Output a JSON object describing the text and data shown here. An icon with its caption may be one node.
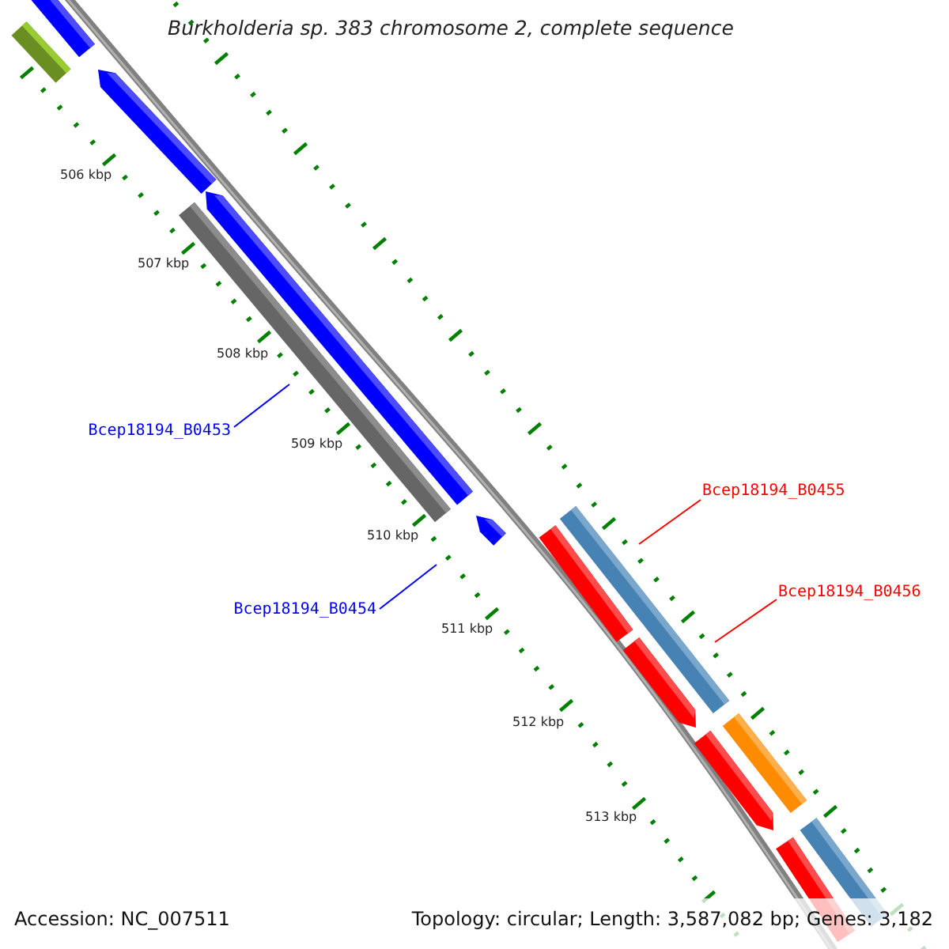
{
  "diagram": {
    "title": "Burkholderia sp. 383 chromosome 2, complete sequence",
    "nodes": [
      {
        "text": [
          "Bcep18194_B0453"
        ]
      },
      {
        "text": [
          "Bcep18194_B0454"
        ]
      },
      {
        "text": [
          "Bcep18194_B0455"
        ]
      },
      {
        "text": [
          "Bcep18194_B0456"
        ]
      }
    ],
    "edges": [
      {
        "from": 0,
        "to": null,
        "arrow": "none"
      },
      {
        "from": 1,
        "to": null,
        "arrow": "none"
      },
      {
        "from": 2,
        "to": null,
        "arrow": "none",
        "color": "#ff0000"
      },
      {
        "from": 3,
        "to": null,
        "arrow": "none",
        "color": "#ff0000"
      }
    ],
    "labels": [
      "506 kbp",
      "507 kbp",
      "508 kbp",
      "509 kbp",
      "510 kbp",
      "511 kbp",
      "512 kbp",
      "513 kbp",
      "Accession: NC_007511",
      "Topology: circular; Length: 3,587,082 bp; Genes: 3,182"
    ]
  }
}
